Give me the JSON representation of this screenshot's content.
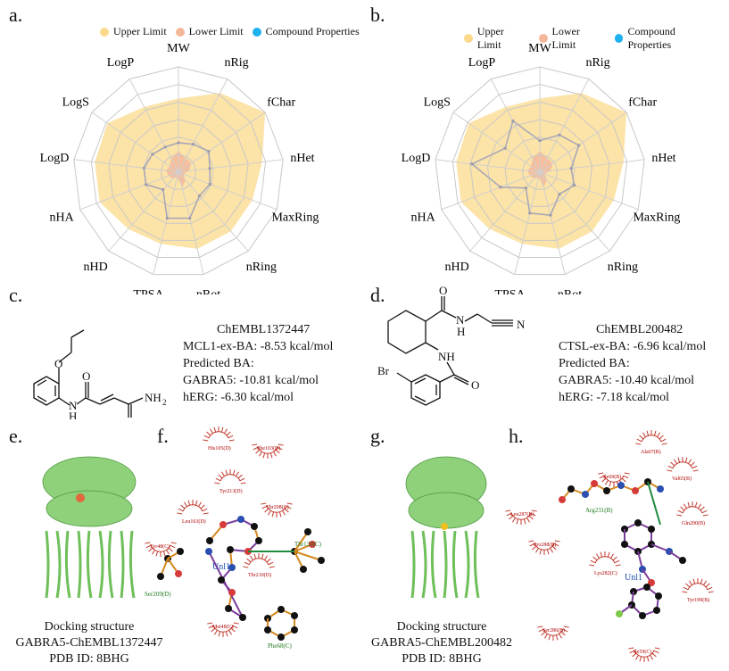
{
  "panels": {
    "a": "a.",
    "b": "b.",
    "c": "c.",
    "d": "d.",
    "e": "e.",
    "f": "f.",
    "g": "g.",
    "h": "h."
  },
  "legend": {
    "upper": "Upper Limit",
    "lower": "Lower Limit",
    "compound": "Compound Properties",
    "colors": {
      "upper": "#fbd98a",
      "lower": "#f4b79a",
      "compound": "#1eb3ef"
    }
  },
  "radar_axes": [
    "MW",
    "nRig",
    "fChar",
    "nHet",
    "MaxRing",
    "nRing",
    "nRot",
    "TPSA",
    "nHD",
    "nHA",
    "LogD",
    "LogS",
    "LogP"
  ],
  "chart_data": [
    {
      "type": "radar",
      "axes": [
        "MW",
        "nRig",
        "fChar",
        "nHet",
        "MaxRing",
        "nRing",
        "nRot",
        "TPSA",
        "nHD",
        "nHA",
        "LogD",
        "LogS",
        "LogP"
      ],
      "series": [
        {
          "name": "Upper Limit",
          "values": [
            0.7,
            0.85,
            1.0,
            0.8,
            0.75,
            0.75,
            0.75,
            0.7,
            0.72,
            0.8,
            0.8,
            0.82,
            0.7
          ]
        },
        {
          "name": "Lower Limit",
          "values": [
            0.2,
            0.15,
            0.15,
            0.1,
            0.05,
            0.1,
            0.15,
            0.05,
            0.08,
            0.1,
            0.12,
            0.1,
            0.15
          ]
        },
        {
          "name": "Compound Properties",
          "values": [
            0.28,
            0.3,
            0.35,
            0.3,
            0.32,
            0.3,
            0.45,
            0.45,
            0.22,
            0.33,
            0.33,
            0.3,
            0.27
          ]
        }
      ]
    },
    {
      "type": "radar",
      "axes": [
        "MW",
        "nRig",
        "fChar",
        "nHet",
        "MaxRing",
        "nRing",
        "nRot",
        "TPSA",
        "nHD",
        "nHA",
        "LogD",
        "LogS",
        "LogP"
      ],
      "series": [
        {
          "name": "Upper Limit",
          "values": [
            0.7,
            0.85,
            1.0,
            0.8,
            0.75,
            0.75,
            0.75,
            0.7,
            0.72,
            0.8,
            0.8,
            0.82,
            0.7
          ]
        },
        {
          "name": "Lower Limit",
          "values": [
            0.2,
            0.15,
            0.15,
            0.1,
            0.05,
            0.1,
            0.15,
            0.05,
            0.08,
            0.1,
            0.12,
            0.1,
            0.15
          ]
        },
        {
          "name": "Compound Properties",
          "values": [
            0.3,
            0.4,
            0.45,
            0.3,
            0.35,
            0.28,
            0.42,
            0.4,
            0.2,
            0.4,
            0.65,
            0.4,
            0.55
          ]
        }
      ]
    }
  ],
  "molecule_c": {
    "name": "ChEMBL1372447",
    "line1": "MCL1-ex-BA: -8.53 kcal/mol",
    "line2": "Predicted BA:",
    "line3": "GABRA5: -10.81 kcal/mol",
    "line4": "hERG: -6.30 kcal/mol",
    "atoms": {
      "O": "O",
      "H": "H",
      "N": "N",
      "NH2": "NH",
      "sub2": "2"
    }
  },
  "molecule_d": {
    "name": "ChEMBL200482",
    "line1": "CTSL-ex-BA: -6.96 kcal/mol",
    "line2": "Predicted BA:",
    "line3": "GABRA5: -10.40 kcal/mol",
    "line4": "hERG: -7.18 kcal/mol",
    "atoms": {
      "O": "O",
      "H": "H",
      "N": "N",
      "NH": "NH",
      "Br": "Br"
    }
  },
  "caption_e": {
    "line1": "Docking structure",
    "line2": "GABRA5-ChEMBL1372447",
    "line3": "PDB ID: 8BHG"
  },
  "caption_g": {
    "line1": "Docking structure",
    "line2": "GABRA5-ChEMBL200482",
    "line3": "PDB ID: 8BHG"
  },
  "interaction_f": {
    "ligand": "Unl1",
    "residues_red": [
      "His105(D)",
      "Phe103(D)",
      "Tyr213(D)",
      "Thr208(C)",
      "Leu163(D)",
      "Tyr48(C)",
      "Thr210(D)",
      "Met48(C)"
    ],
    "residues_green": [
      "Thr133(C)",
      "Ser209(D)",
      "Phe68(C)"
    ]
  },
  "interaction_h": {
    "ligand": "Unl1",
    "residues_red": [
      "Ala67(B)",
      "Ile69(B)",
      "Val65(B)",
      "Leu287(B)",
      "Gln200(B)",
      "Pro288(B)",
      "Lys282(C)",
      "Ser286(B)",
      "Tyr199(B)",
      "Ile59(C)"
    ],
    "residues_green": [
      "Arg231(B)"
    ]
  }
}
